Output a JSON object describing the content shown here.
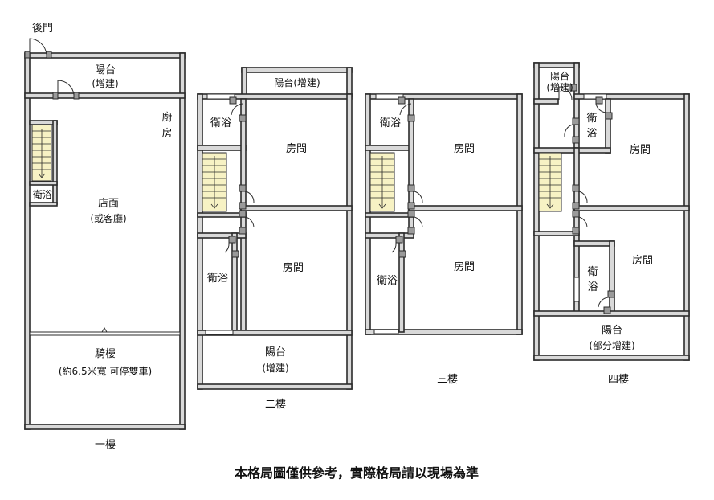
{
  "floor1": {
    "back_door": "後門",
    "balcony": "陽台",
    "balcony_note": "(增建)",
    "kitchen_1": "廚",
    "kitchen_2": "房",
    "bath": "衛浴",
    "store": "店面",
    "store_note": "(或客廳)",
    "arcade": "騎樓",
    "arcade_note": "(約6.5米寬 可停雙車)",
    "caption": "一樓"
  },
  "floor2": {
    "balcony_top": "陽台(增建)",
    "bath_top": "衛浴",
    "room_top": "房間",
    "bath_bottom": "衛浴",
    "room_bottom": "房間",
    "balcony_bottom": "陽台",
    "balcony_bottom_note": "(增建)",
    "caption": "二樓"
  },
  "floor3": {
    "bath_top": "衛浴",
    "room_top": "房間",
    "bath_bottom": "衛浴",
    "room_bottom": "房間",
    "caption": "三樓"
  },
  "floor4": {
    "balcony_top": "陽台",
    "balcony_top_note": "(增建)",
    "bath_top_1": "衛",
    "bath_top_2": "浴",
    "room_top": "房間",
    "bath_mid_1": "衛",
    "bath_mid_2": "浴",
    "room_bottom": "房間",
    "balcony_bottom": "陽台",
    "balcony_bottom_note": "(部分增建)",
    "caption": "四樓"
  },
  "disclaimer": "本格局圖僅供參考，實際格局請以現場為準"
}
